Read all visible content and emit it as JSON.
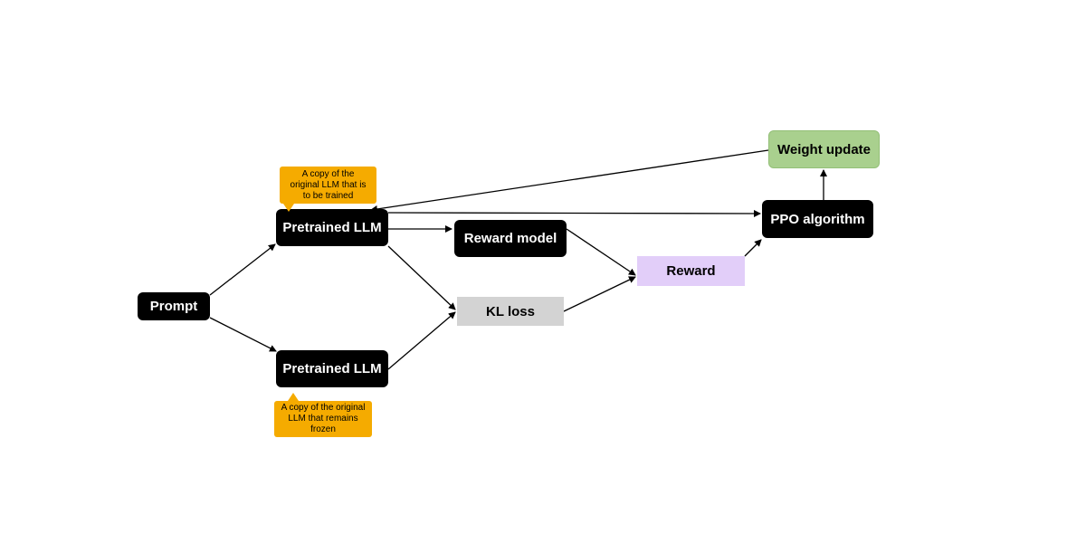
{
  "nodes": {
    "prompt": "Prompt",
    "pretrained_top": "Pretrained LLM",
    "pretrained_bottom": "Pretrained LLM",
    "reward_model": "Reward model",
    "kl_loss": "KL loss",
    "reward": "Reward",
    "ppo": "PPO algorithm",
    "weight_update": "Weight update"
  },
  "callouts": {
    "top": "A copy of the\noriginal LLM that is\nto be trained",
    "bottom": "A copy of the original\nLLM that remains\nfrozen"
  },
  "colors": {
    "node_dark": "#000000",
    "kl_loss": "#d3d3d3",
    "reward": "#e2cef9",
    "weight_update": "#a9d08e",
    "callout": "#f5ab00"
  }
}
